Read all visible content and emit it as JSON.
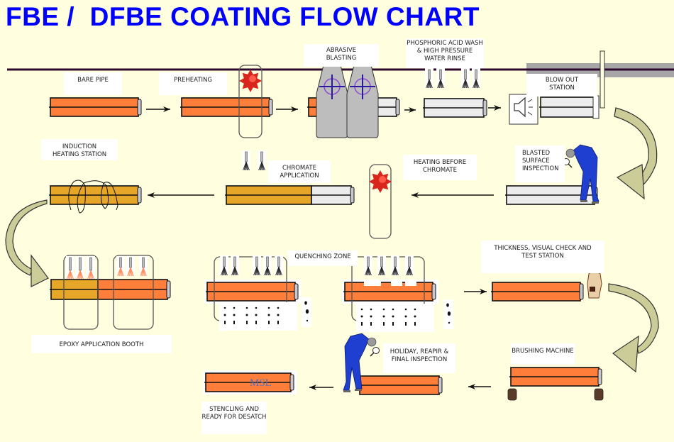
{
  "title": "FBE /  DFBE COATING FLOW CHART",
  "colors": {
    "title": "#0000ff",
    "background": "#ffffe0",
    "pipe_bare": "#ff7f3a",
    "pipe_chromated": "#e6a628",
    "pipe_blasted": "#ececec",
    "flow_arrow_fill": "#cccc99",
    "conveyor_line": "#2d0a2d",
    "heater": "#d9261c",
    "inspector": "#1f3fd0"
  },
  "steps": [
    {
      "id": "bare-pipe",
      "label": [
        "BARE PIPE"
      ]
    },
    {
      "id": "preheating",
      "label": [
        "PREHEATING"
      ]
    },
    {
      "id": "abrasive-blasting",
      "label": [
        "ABRASIVE",
        "BLASTING"
      ]
    },
    {
      "id": "phosphoric-acid-wash",
      "label": [
        "PHOSPHORIC ACID WASH",
        "& HIGH PRESSURE",
        "WATER RINSE"
      ]
    },
    {
      "id": "blow-out-station",
      "label": [
        "BLOW OUT",
        "STATION"
      ]
    },
    {
      "id": "blasted-surface-inspection",
      "label": [
        "BLASTED",
        "SURFACE",
        "INSPECTION"
      ]
    },
    {
      "id": "heating-before-chromate",
      "label": [
        "HEATING BEFORE",
        "CHROMATE"
      ]
    },
    {
      "id": "chromate-application",
      "label": [
        "CHROMATE",
        "APPLICATION"
      ]
    },
    {
      "id": "induction-heating-station",
      "label": [
        "INDUCTION",
        "HEATING STATION"
      ]
    },
    {
      "id": "epoxy-application-booth",
      "label": [
        "EPOXY APPLICATION  BOOTH"
      ]
    },
    {
      "id": "quenching-zone",
      "label": [
        "QUENCHING ZONE"
      ]
    },
    {
      "id": "thickness-visual-check",
      "label": [
        "THICKNESS, VISUAL CHECK AND",
        "TEST STATION"
      ]
    },
    {
      "id": "brushing-machine",
      "label": [
        "BRUSHING MACHINE"
      ]
    },
    {
      "id": "holiday-repair-final-inspection",
      "label": [
        "HOLIDAY, REAPIR &",
        "FINAL INSPECTION"
      ]
    },
    {
      "id": "stenciling-ready-for-despatch",
      "label": [
        "STENCLING AND",
        "READY FOR DESATCH"
      ]
    }
  ],
  "stencil_mark": "MSL"
}
